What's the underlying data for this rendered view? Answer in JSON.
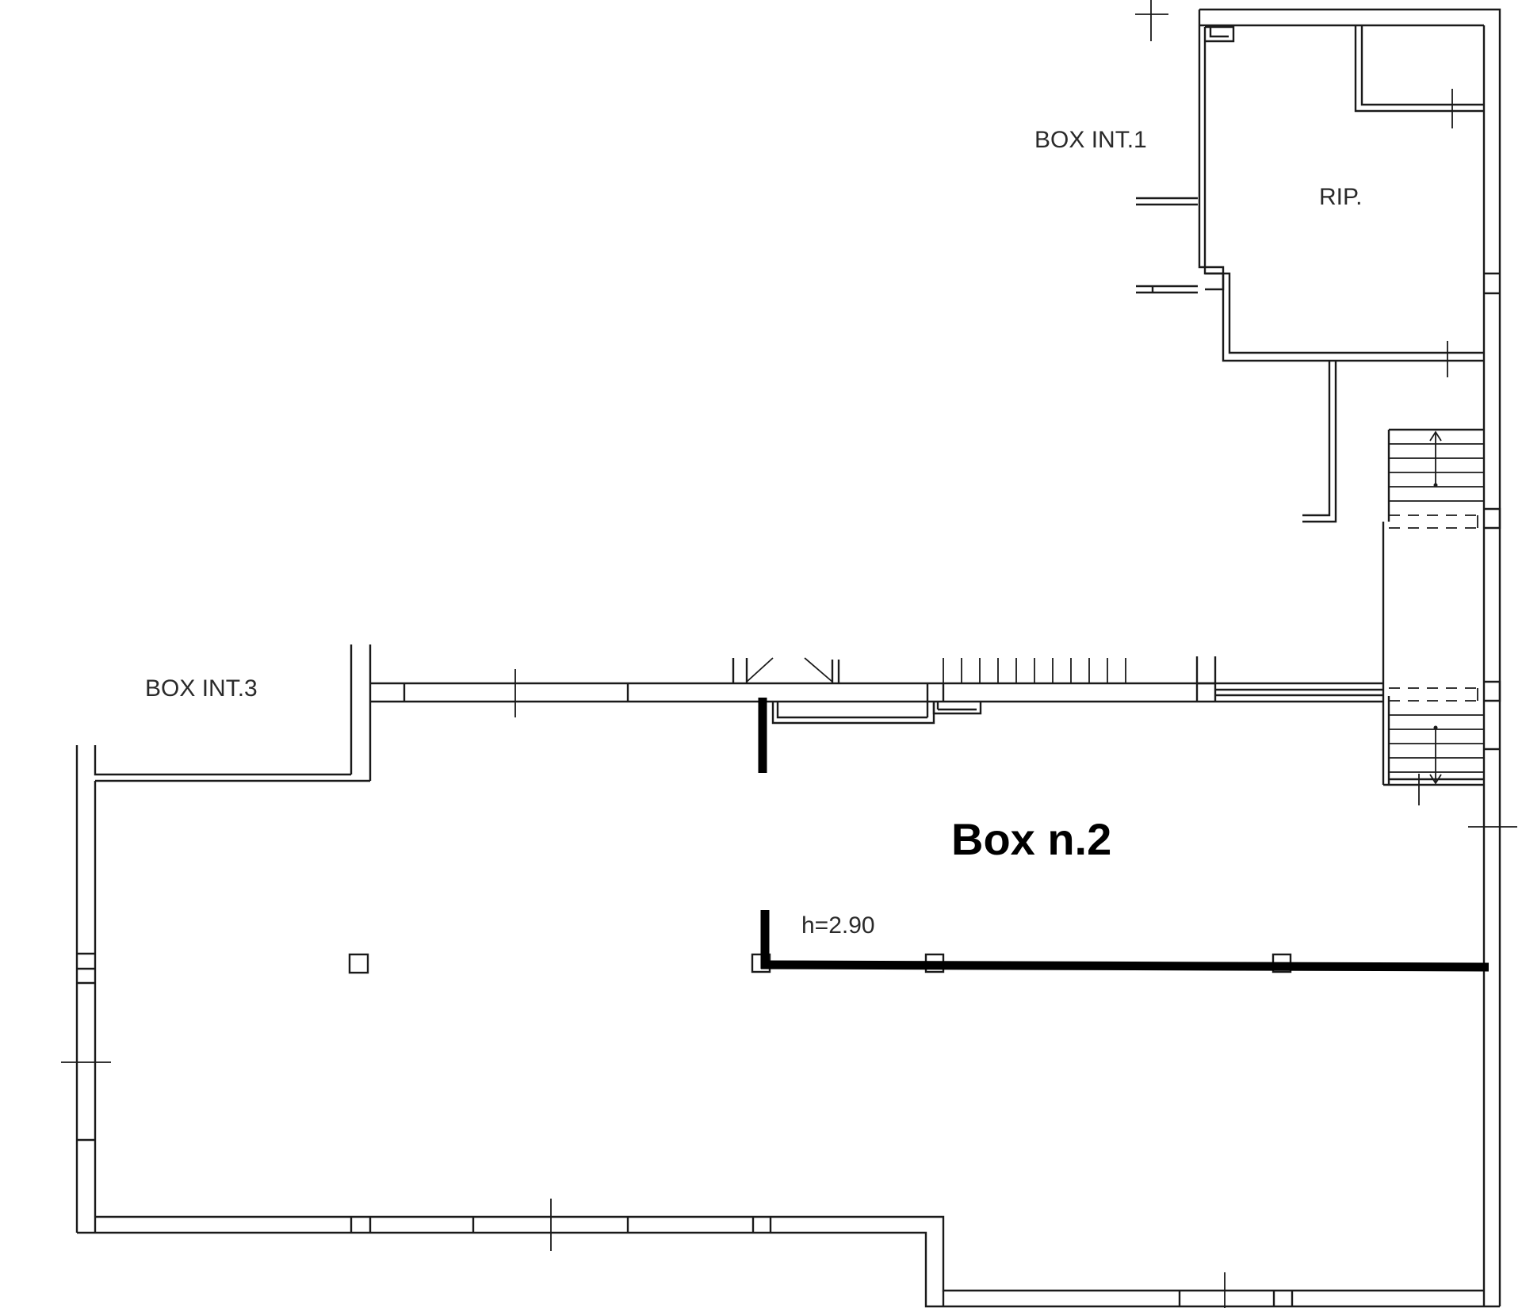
{
  "plan": {
    "rooms": {
      "box_int_1": "BOX INT.1",
      "rip": "RIP.",
      "box_int_3": "BOX INT.3",
      "box_n2": "Box n.2"
    },
    "height_note": "h=2.90"
  },
  "colors": {
    "line": "#1a1a1a",
    "heavy_line": "#000000",
    "background": "#ffffff"
  }
}
